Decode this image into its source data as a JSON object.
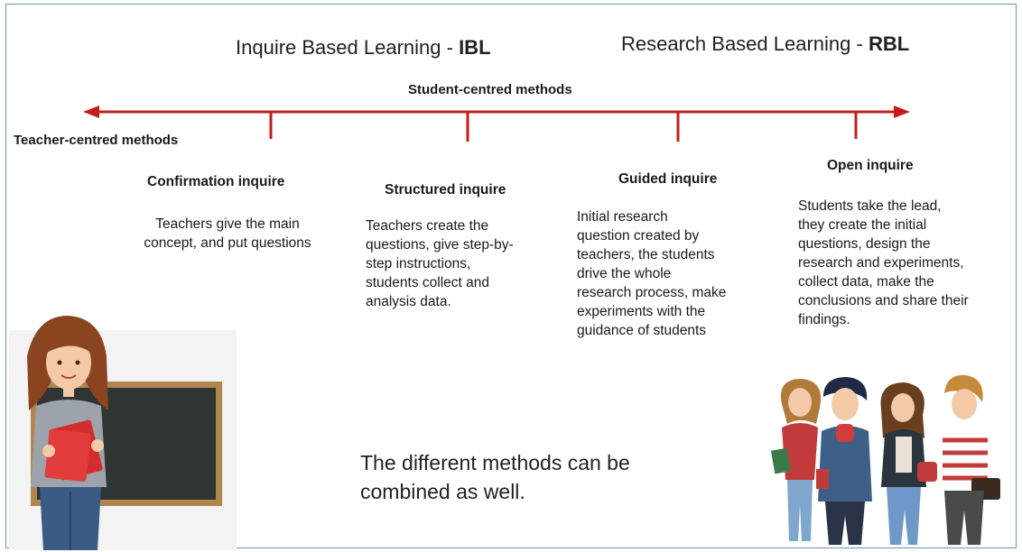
{
  "headers": {
    "ibl_prefix": "Inquire Based Learning - ",
    "ibl_bold": "IBL",
    "rbl_prefix": "Research Based Learning - ",
    "rbl_bold": "RBL"
  },
  "axis": {
    "right_label": "Student-centred methods",
    "left_label": "Teacher-centred methods",
    "color": "#c41c1c"
  },
  "methods": [
    {
      "title": "Confirmation inquire",
      "desc_lines": [
        "Teachers give the main",
        "concept, and put questions"
      ]
    },
    {
      "title": "Structured inquire",
      "desc_lines": [
        "Teachers create the",
        "questions, give step-by-",
        "step instructions,",
        "students collect and",
        "analysis data."
      ]
    },
    {
      "title": "Guided inquire",
      "desc_lines": [
        "Initial research",
        "question created by",
        "teachers, the students",
        "drive the whole",
        "research process, make",
        "experiments with the",
        "guidance of students"
      ]
    },
    {
      "title": "Open inquire",
      "desc_lines": [
        "Students take the lead,",
        "they create the initial",
        "questions, design the",
        "research and experiments,",
        "collect data, make the",
        "conclusions and share their",
        "findings."
      ]
    }
  ],
  "note_lines": [
    "The different methods can be",
    "combined as well."
  ],
  "colors": {
    "border": "#6f8fc2",
    "arrow": "#c41c1c"
  },
  "icons": {
    "teacher": "teacher-illustration",
    "students": "students-group-illustration"
  }
}
